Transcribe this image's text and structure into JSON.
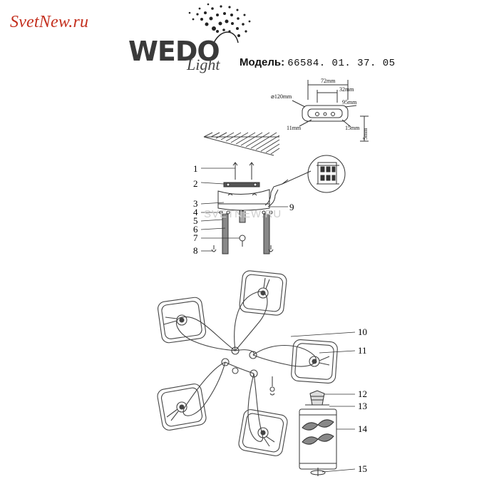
{
  "header": {
    "site_logo": "SvetNew.ru",
    "brand_name": "WEDO",
    "brand_sub": "Light",
    "model_label": "Модель:",
    "model_number": "66584. 01. 37. 05"
  },
  "watermark": "SVETNEW.RU",
  "dimensions": {
    "diameter": "⌀120mm",
    "width_72": "72mm",
    "width_32": "32mm",
    "width_95": "95mm",
    "depth_11": "11mm",
    "depth_15": "15mm",
    "height_5": "5mm"
  },
  "callouts": [
    "1",
    "2",
    "3",
    "4",
    "5",
    "6",
    "7",
    "8",
    "9",
    "10",
    "11",
    "12",
    "13",
    "14",
    "15"
  ],
  "colors": {
    "logo": "#c4301f",
    "line": "#333333"
  }
}
